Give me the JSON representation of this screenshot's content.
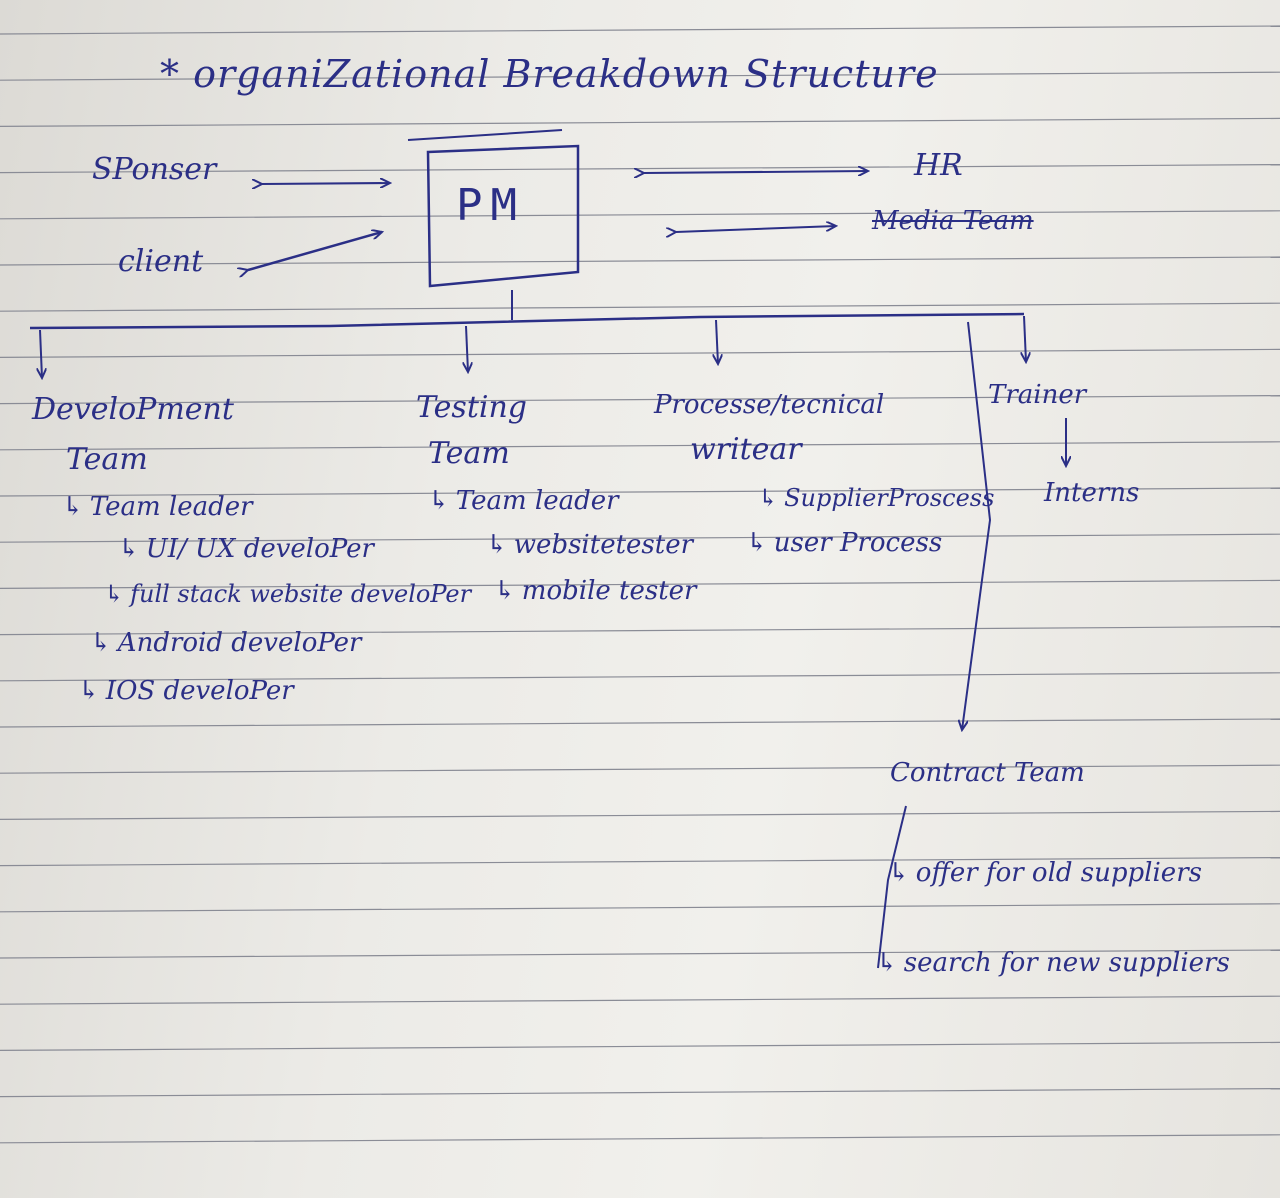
{
  "title": "* organiZational Breakdown Structure",
  "central": {
    "label": "PM"
  },
  "left_links": [
    {
      "label": "SPonser"
    },
    {
      "label": "client"
    }
  ],
  "right_links": [
    {
      "label": "HR"
    },
    {
      "label": "Media Team"
    }
  ],
  "teams": {
    "development": {
      "name_line1": "DeveloPment",
      "name_line2": "Team",
      "items": [
        {
          "label": "Team leader"
        },
        {
          "label": "UI/ UX develoPer"
        },
        {
          "label": "full stack website develoPer"
        },
        {
          "label": "Android develoPer"
        },
        {
          "label": "IOS develoPer"
        }
      ]
    },
    "testing": {
      "name_line1": "Testing",
      "name_line2": "Team",
      "items": [
        {
          "label": "Team leader"
        },
        {
          "label": "websitetester"
        },
        {
          "label": "mobile tester"
        }
      ]
    },
    "process": {
      "name_line1": "Processe/tecnical",
      "name_line2": "writear",
      "items": [
        {
          "label": "SupplierProscess"
        },
        {
          "label": "user Process"
        }
      ]
    },
    "trainer": {
      "name": "Trainer",
      "items": [
        {
          "label": "Interns"
        }
      ]
    },
    "contract": {
      "name": "Contract Team",
      "items": [
        {
          "label": "offer for old suppliers"
        },
        {
          "label": "search for new suppliers"
        }
      ]
    }
  },
  "colors": {
    "ink": "#2b2f86",
    "rule": "#8a8c96",
    "paper": "#ecebe7"
  }
}
